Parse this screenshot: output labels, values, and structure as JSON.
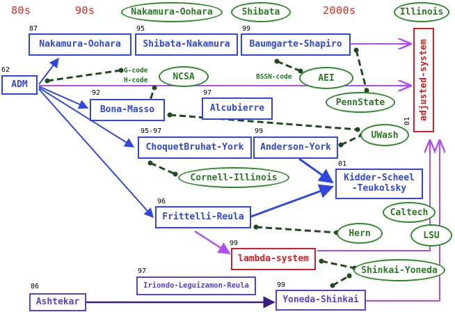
{
  "eras": [
    "80s",
    "90s",
    "2000s"
  ],
  "formulations": {
    "adm": {
      "label": "ADM",
      "year": "62"
    },
    "nakamura_oohara": {
      "label": "Nakamura-Oohara",
      "year": "87"
    },
    "shibata_nakamura": {
      "label": "Shibata-Nakamura",
      "year": "95"
    },
    "baumgarte_shapiro": {
      "label": "Baumgarte-Shapiro",
      "year": "99"
    },
    "bona_masso": {
      "label": "Bona-Masso",
      "year": "92"
    },
    "alcubierre": {
      "label": "Alcubierre",
      "year": "97"
    },
    "choquet_bruhat_york": {
      "label": "ChoquetBruhat-York",
      "year": "95-97"
    },
    "anderson_york": {
      "label": "Anderson-York",
      "year": "99"
    },
    "kidder_scheel_teukolsky": {
      "line1": "Kidder-Scheel",
      "line2": "-Teukolsky",
      "year": "01"
    },
    "frittelli_reula": {
      "label": "Frittelli-Reula",
      "year": "96"
    },
    "lambda_system": {
      "label": "lambda-system",
      "year": "99"
    },
    "adjusted_system": {
      "label": "adjusted-system",
      "year": "01"
    },
    "iriondo": {
      "label": "Iriondo-Leguizamon-Reula",
      "year": "97"
    },
    "ashtekar": {
      "label": "Ashtekar",
      "year": "86"
    },
    "yoneda_shinkai": {
      "label": "Yoneda-Shinkai",
      "year": "99"
    }
  },
  "groups": {
    "nakamura_oohara": "Nakamura-Oohara",
    "shibata": "Shibata",
    "illinois": "Illinois",
    "ncsa": "NCSA",
    "aei": "AEI",
    "pennstate": "PennState",
    "uwash": "UWash",
    "cornell_illinois": "Cornell-Illinois",
    "caltech": "Caltech",
    "lsu": "LSU",
    "hern": "Hern",
    "shinkai_yoneda": "Shinkai-Yoneda"
  },
  "gauges": {
    "g_code": "G-code",
    "h_code": "H-code",
    "bssn_code": "BSSN-code"
  },
  "colors": {
    "formulation": "#2f47e0",
    "constrained": "#d81e20",
    "group": "#2c8a28",
    "ashtekar_line": "#5a3fd0",
    "adjust_arrow": "#b04ef0",
    "link": "#1f4a1f"
  }
}
